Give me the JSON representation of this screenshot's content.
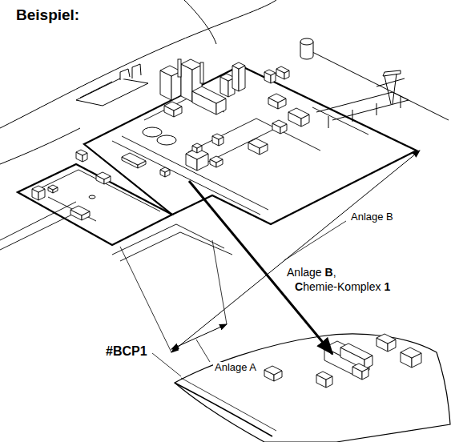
{
  "diagram": {
    "labels": [
      "Beispiel:",
      "Anlage B",
      "Anlage A",
      "Anlage B,",
      "Chemie-Komplex 1",
      "#BCP1"
    ]
  }
}
